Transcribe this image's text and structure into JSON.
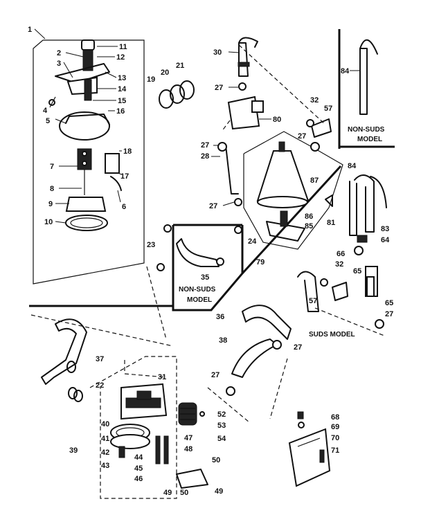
{
  "callouts": [
    {
      "id": "c1",
      "text": "1"
    },
    {
      "id": "c2",
      "text": "2"
    },
    {
      "id": "c3",
      "text": "3"
    },
    {
      "id": "c4",
      "text": "4"
    },
    {
      "id": "c5",
      "text": "5"
    },
    {
      "id": "c6",
      "text": "6"
    },
    {
      "id": "c7",
      "text": "7"
    },
    {
      "id": "c8",
      "text": "8"
    },
    {
      "id": "c9",
      "text": "9"
    },
    {
      "id": "c10",
      "text": "10"
    },
    {
      "id": "c11",
      "text": "11"
    },
    {
      "id": "c12",
      "text": "12"
    },
    {
      "id": "c13",
      "text": "13"
    },
    {
      "id": "c14",
      "text": "14"
    },
    {
      "id": "c15",
      "text": "15"
    },
    {
      "id": "c16",
      "text": "16"
    },
    {
      "id": "c17",
      "text": "17"
    },
    {
      "id": "c18",
      "text": "18"
    },
    {
      "id": "c19",
      "text": "19"
    },
    {
      "id": "c20",
      "text": "20"
    },
    {
      "id": "c21",
      "text": "21"
    },
    {
      "id": "c22",
      "text": "22"
    },
    {
      "id": "c23",
      "text": "23"
    },
    {
      "id": "c24",
      "text": "24"
    },
    {
      "id": "c27a",
      "text": "27"
    },
    {
      "id": "c27b",
      "text": "27"
    },
    {
      "id": "c27c",
      "text": "27"
    },
    {
      "id": "c27d",
      "text": "27"
    },
    {
      "id": "c27e",
      "text": "27"
    },
    {
      "id": "c27f",
      "text": "27"
    },
    {
      "id": "c27g",
      "text": "27"
    },
    {
      "id": "c28",
      "text": "28"
    },
    {
      "id": "c30",
      "text": "30"
    },
    {
      "id": "c31",
      "text": "31"
    },
    {
      "id": "c32a",
      "text": "32"
    },
    {
      "id": "c32b",
      "text": "32"
    },
    {
      "id": "c35",
      "text": "35"
    },
    {
      "id": "c36",
      "text": "36"
    },
    {
      "id": "c37",
      "text": "37"
    },
    {
      "id": "c38",
      "text": "38"
    },
    {
      "id": "c39",
      "text": "39"
    },
    {
      "id": "c40",
      "text": "40"
    },
    {
      "id": "c41",
      "text": "41"
    },
    {
      "id": "c42",
      "text": "42"
    },
    {
      "id": "c43",
      "text": "43"
    },
    {
      "id": "c44",
      "text": "44"
    },
    {
      "id": "c45",
      "text": "45"
    },
    {
      "id": "c46",
      "text": "46"
    },
    {
      "id": "c47",
      "text": "47"
    },
    {
      "id": "c48",
      "text": "48"
    },
    {
      "id": "c49a",
      "text": "49"
    },
    {
      "id": "c49b",
      "text": "49"
    },
    {
      "id": "c50a",
      "text": "50"
    },
    {
      "id": "c50b",
      "text": "50"
    },
    {
      "id": "c52",
      "text": "52"
    },
    {
      "id": "c53",
      "text": "53"
    },
    {
      "id": "c54",
      "text": "54"
    },
    {
      "id": "c57a",
      "text": "57"
    },
    {
      "id": "c57b",
      "text": "57"
    },
    {
      "id": "c64",
      "text": "64"
    },
    {
      "id": "c65a",
      "text": "65"
    },
    {
      "id": "c65b",
      "text": "65"
    },
    {
      "id": "c66",
      "text": "66"
    },
    {
      "id": "c68",
      "text": "68"
    },
    {
      "id": "c69",
      "text": "69"
    },
    {
      "id": "c70",
      "text": "70"
    },
    {
      "id": "c71",
      "text": "71"
    },
    {
      "id": "c79",
      "text": "79"
    },
    {
      "id": "c80",
      "text": "80"
    },
    {
      "id": "c81",
      "text": "81"
    },
    {
      "id": "c83",
      "text": "83"
    },
    {
      "id": "c84a",
      "text": "84"
    },
    {
      "id": "c84b",
      "text": "84"
    },
    {
      "id": "c85",
      "text": "85"
    },
    {
      "id": "c86",
      "text": "86"
    },
    {
      "id": "c87",
      "text": "87"
    }
  ],
  "model_labels": {
    "non_suds_top": [
      "NON-SUDS",
      "MODEL"
    ],
    "non_suds_middle": [
      "NON-SUDS",
      "MODEL"
    ],
    "suds": "SUDS MODEL"
  }
}
